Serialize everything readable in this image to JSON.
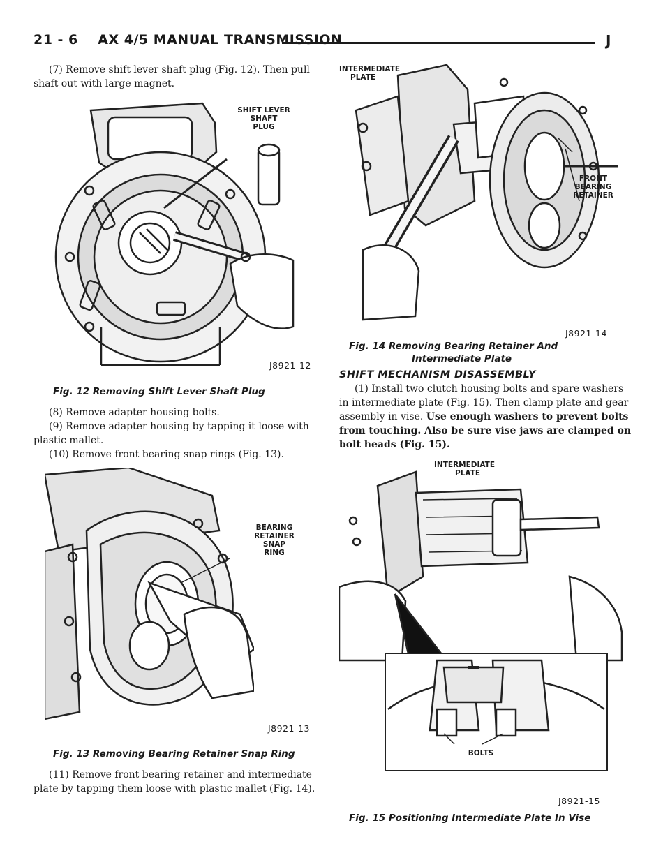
{
  "header": {
    "left_title": "21 - 6    AX 4/5 MANUAL TRANSMISSION",
    "right_letter": "J"
  },
  "left_column": {
    "step7": "(7) Remove shift lever shaft plug (Fig. 12). Then pull shaft out with large magnet.",
    "fig12": {
      "callout": [
        "SHIFT LEVER",
        "SHAFT",
        "PLUG"
      ],
      "id": "J8921-12",
      "caption": "Fig. 12 Removing Shift Lever Shaft Plug"
    },
    "step8": "(8) Remove adapter housing bolts.",
    "step9": "(9) Remove adapter housing by tapping it loose with plastic mallet.",
    "step10": "(10) Remove front bearing snap rings (Fig. 13).",
    "fig13": {
      "callout": [
        "BEARING",
        "RETAINER",
        "SNAP",
        "RING"
      ],
      "id": "J8921-13",
      "caption": "Fig. 13 Removing Bearing Retainer Snap Ring"
    },
    "step11": "(11) Remove front bearing retainer and intermediate plate by tapping them loose with plastic mallet (Fig. 14)."
  },
  "right_column": {
    "fig14": {
      "callout_top": [
        "INTERMEDIATE",
        "PLATE"
      ],
      "callout_right": [
        "FRONT",
        "BEARING",
        "RETAINER"
      ],
      "id": "J8921-14",
      "caption_line1": "Fig. 14 Removing Bearing Retainer And",
      "caption_line2": "Intermediate Plate"
    },
    "section_title": "SHIFT MECHANISM DISASSEMBLY",
    "step1_normal": "(1) Install two clutch housing bolts and spare washers in intermediate plate (Fig. 15). Then clamp plate and gear assembly in vise. ",
    "step1_bold": "Use enough washers to prevent bolts from touching. Also be sure vise jaws are clamped on bolt heads (Fig. 15).",
    "fig15": {
      "callout_top": [
        "INTERMEDIATE",
        "PLATE"
      ],
      "callout_bolts": "BOLTS",
      "id": "J8921-15",
      "caption": "Fig. 15 Positioning Intermediate Plate In Vise"
    }
  }
}
